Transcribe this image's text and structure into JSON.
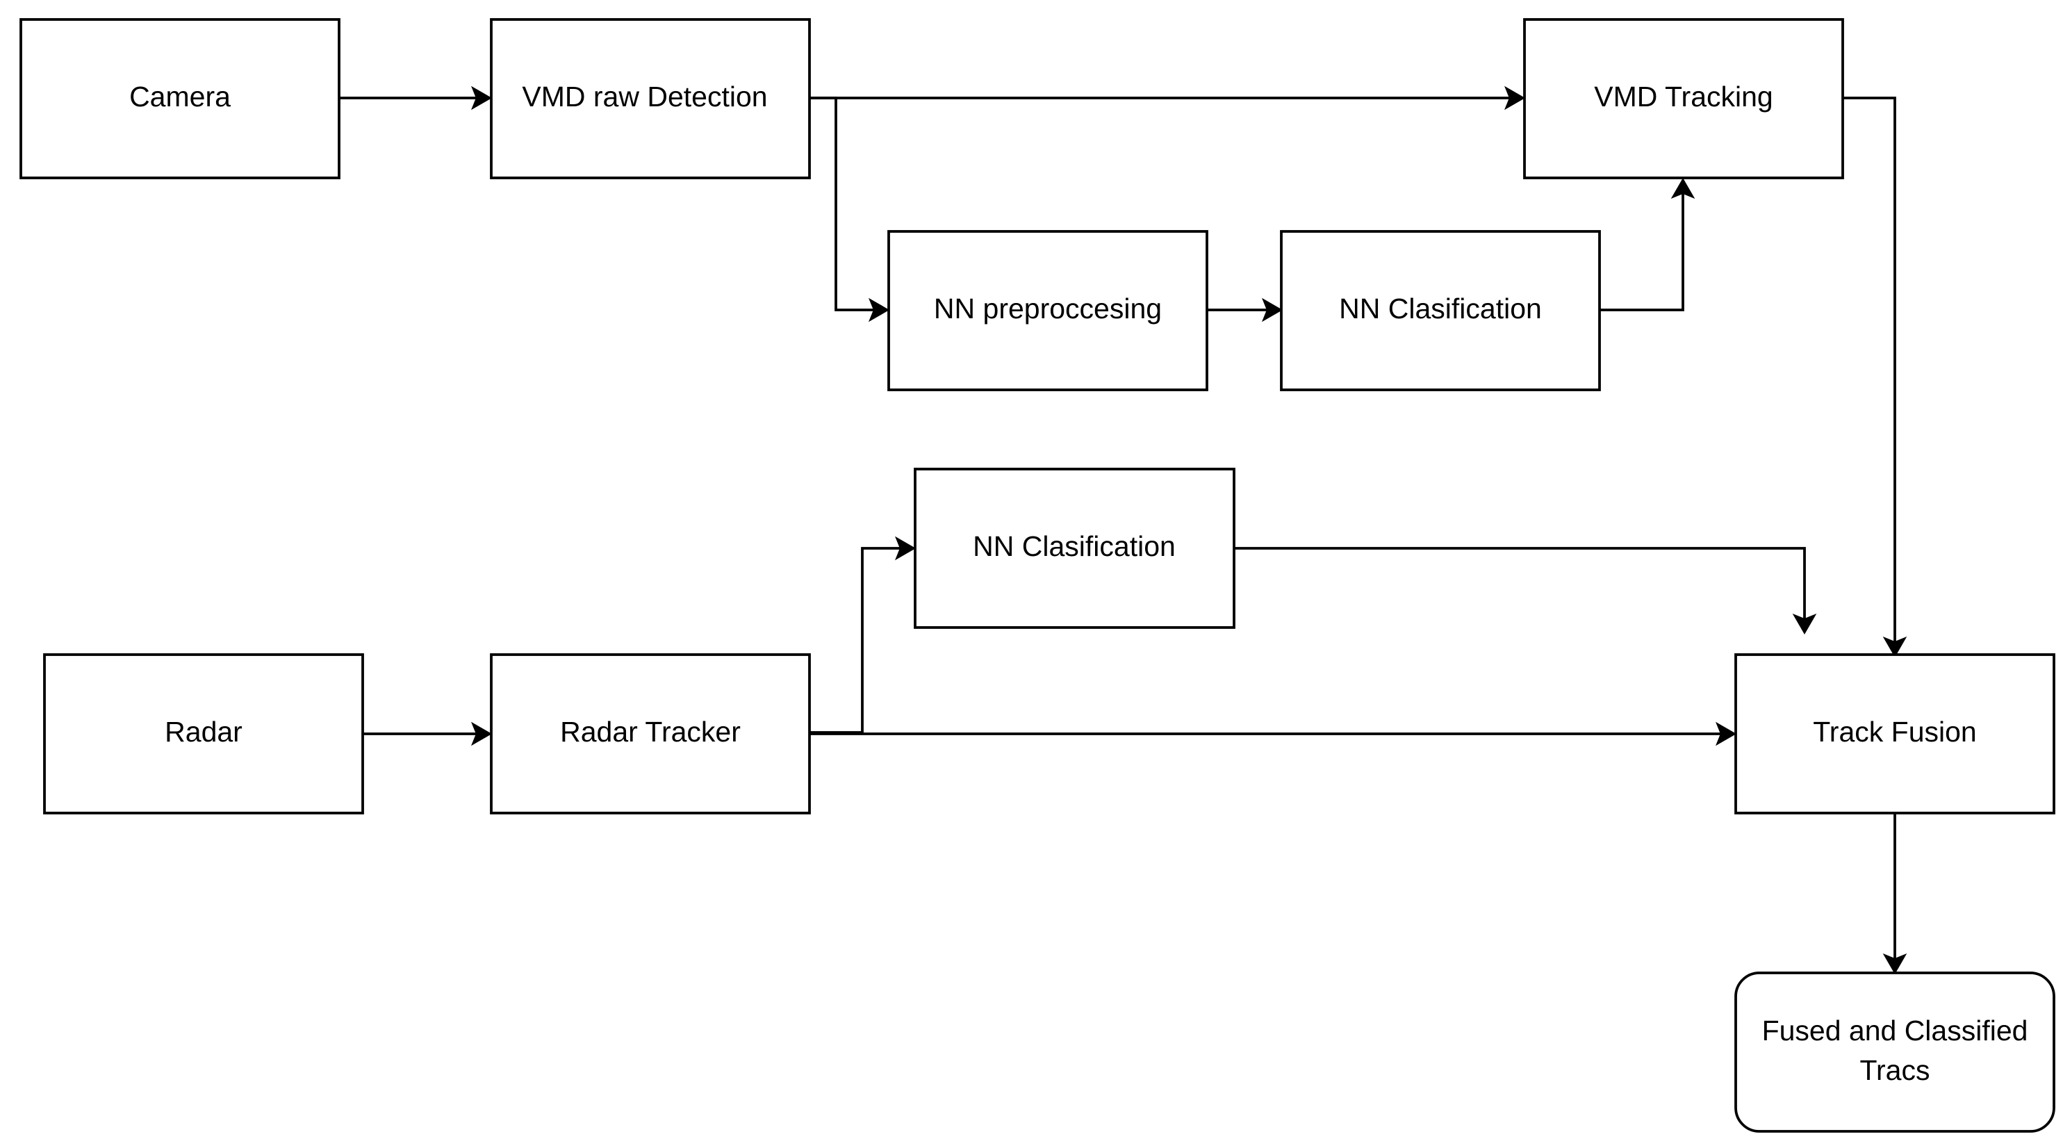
{
  "nodes": {
    "camera": {
      "label": "Camera"
    },
    "vmd_raw_detection": {
      "label": "VMD raw Detection"
    },
    "vmd_tracking": {
      "label": "VMD Tracking"
    },
    "nn_preprocessing": {
      "label": "NN preproccesing"
    },
    "nn_classification_top": {
      "label": "NN Clasification"
    },
    "nn_classification_bottom": {
      "label": "NN Clasification"
    },
    "radar": {
      "label": "Radar"
    },
    "radar_tracker": {
      "label": "Radar Tracker"
    },
    "track_fusion": {
      "label": "Track Fusion"
    },
    "fused_output": {
      "label_line1": "Fused and Classified",
      "label_line2": "Tracs"
    }
  },
  "colors": {
    "stroke": "#000000",
    "fill": "#ffffff"
  }
}
